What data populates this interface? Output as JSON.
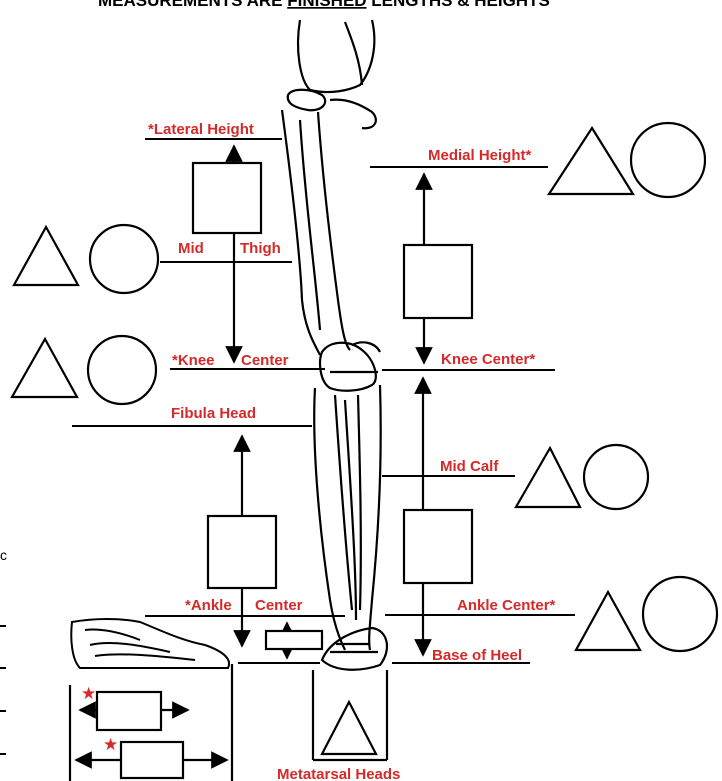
{
  "title": {
    "prefix": "MEASUREMENTS ARE ",
    "underlined": "FINISHED",
    "suffix": " LENGTHS & HEIGHTS"
  },
  "labels": {
    "lateral_height": "*Lateral Height",
    "medial_height": "Medial Height*",
    "mid": "Mid",
    "thigh": "Thigh",
    "knee_center_left": "*Knee",
    "center_left": "Center",
    "knee_center_right": "Knee Center*",
    "fibula_head": "Fibula Head",
    "mid_calf": "Mid Calf",
    "ankle_center_left": "*Ankle",
    "ankle_center_left_2": "Center",
    "ankle_center_right": "Ankle Center*",
    "base_of_heel": "Base of Heel",
    "metatarsal_heads": "Metatarsal Heads",
    "margin_char": "c"
  },
  "colors": {
    "label_red": "#d42a2a",
    "line": "#000000",
    "star": "#d42a2a"
  }
}
